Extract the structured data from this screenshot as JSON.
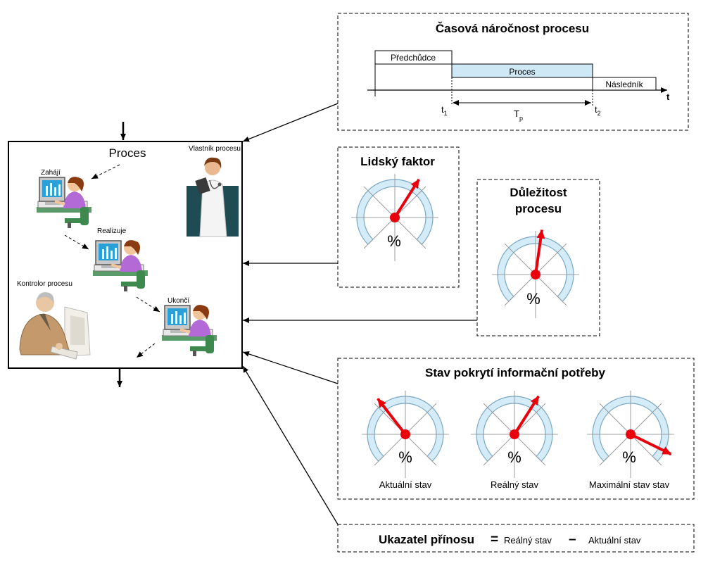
{
  "process_box": {
    "title": "Proces",
    "owner_label": "Vlastník procesu",
    "controller_label": "Kontrolor procesu",
    "step_start": "Zahájí",
    "step_realize": "Realizuje",
    "step_end": "Ukončí"
  },
  "time_panel": {
    "title": "Časová náročnost procesu",
    "predecessor": "Předchůdce",
    "process": "Proces",
    "successor": "Následník",
    "axis_label": "t",
    "t1_main": "t",
    "t1_sub": "1",
    "t2_main": "t",
    "t2_sub": "2",
    "tp_main": "T",
    "tp_sub": "p"
  },
  "human_factor": {
    "title": "Lidský faktor",
    "unit": "%",
    "level": 0.62
  },
  "importance": {
    "title_line1": "Důležitost",
    "title_line2": "procesu",
    "unit": "%",
    "level": 0.53
  },
  "coverage": {
    "title": "Stav pokrytí informační potřeby",
    "gauges": [
      {
        "caption": "Aktuální stav",
        "unit": "%",
        "level": 0.36
      },
      {
        "caption": "Reálný stav",
        "unit": "%",
        "level": 0.62
      },
      {
        "caption": "Maximální stav stav",
        "unit": "%",
        "level": 0.93
      }
    ]
  },
  "benefit": {
    "label": "Ukazatel přínosu",
    "equals": "=",
    "term1": "Reálný stav",
    "minus": "–",
    "term2": "Aktuální stav"
  },
  "colors": {
    "process_bar": "#cfe8f6",
    "gauge_fill": "#d4ebf8",
    "gauge_stroke": "#7aa7c4",
    "needle": "#e8000b",
    "person_shirt": "#b46ad6",
    "monitor_screen": "#2aa0d8",
    "doctor_bg": "#1f4b52"
  },
  "icons": [
    "computer-worker-icon",
    "doctor-icon",
    "controller-worker-icon"
  ]
}
